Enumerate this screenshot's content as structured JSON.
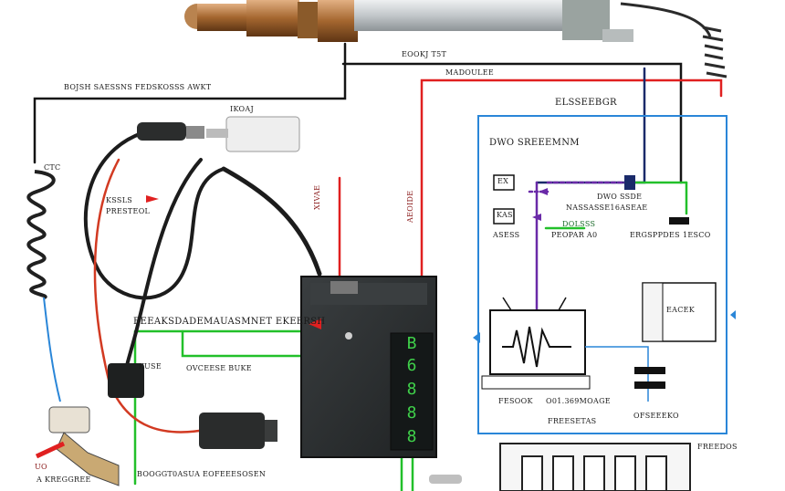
{
  "labels": {
    "top_sensor": "EOOKJ T5T",
    "top_module": "MADOULEE",
    "left_title": "BOJSH SAESSNS  FEDSKOSSS AWKT",
    "left_coil": "CTC",
    "connector_tag": "IKOAJ",
    "left_pressure": "PRESTEOL",
    "left_pressure_code": "KSSLS",
    "red_wire_a": "XIVAE",
    "red_wire_b": "AEOIDE",
    "main_bus": "BEEAKSDADEMAUASMNET EKEERSH",
    "green_left": "KUSE",
    "green_mid": "OVCEESE BUKE",
    "bottom_left": "A KREGGREE",
    "bottom_mid": "BOOGGT0ASUA EOFEEESOSEN",
    "bottom_tag": "UO",
    "panel_title": "ELSSEEBGR",
    "panel_sub": "DWO SREEEMNM",
    "pin_a": "EX",
    "pin_b": "KAS",
    "pin_c": "ASESS",
    "pin_d": "PEOPAR A0",
    "pin_e": "DWO SSDE",
    "pin_f": "NASSASSE16ASEAE",
    "pin_g": "DOLSSS",
    "pin_h": "1ESCO",
    "pin_i": "ERGSPPDES",
    "pin_j": "EACEK",
    "wave_left": "FESOOK",
    "wave_right": "O01.369MOAGE",
    "panel_foot_a": "FREESETAS",
    "panel_foot_b": "OFSEEEKO",
    "bottom_right": "FREEDOS"
  },
  "colors": {
    "wire_red": "#e02020",
    "wire_green": "#22c02a",
    "wire_black": "#141414",
    "wire_blue": "#2a86d8",
    "wire_purple": "#6a2aa8",
    "wire_navy": "#1a2a6a",
    "module_body": "#2e3234",
    "display_green": "#3fd04a",
    "sensor_copper": "#b0743a",
    "sensor_steel": "#c9cdd0",
    "panel_border": "#2a86d8"
  },
  "icons": [
    "oxygen-sensor-icon",
    "ecu-module-icon",
    "connector-plug-icon",
    "coil-spring-icon",
    "waveform-icon",
    "relay-icon",
    "fuse-block-icon",
    "arrow-icon"
  ]
}
